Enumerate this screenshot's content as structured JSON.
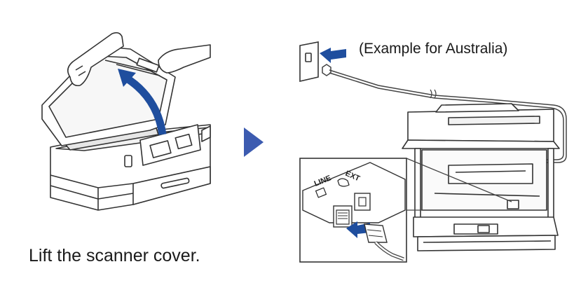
{
  "step_caption": "Lift the scanner cover.",
  "example_note": "(Example for Australia)",
  "port_labels": {
    "ext": "EXT",
    "line": "LINE"
  },
  "colors": {
    "line_art": "#333333",
    "accent_blue": "#1f4e9e",
    "arrow_blue": "#3c5bb0",
    "background": "#ffffff"
  },
  "icons": [
    "next-step-arrow-icon",
    "curved-lift-arrow-icon",
    "insert-arrow-icon",
    "phone-handset-icon"
  ]
}
